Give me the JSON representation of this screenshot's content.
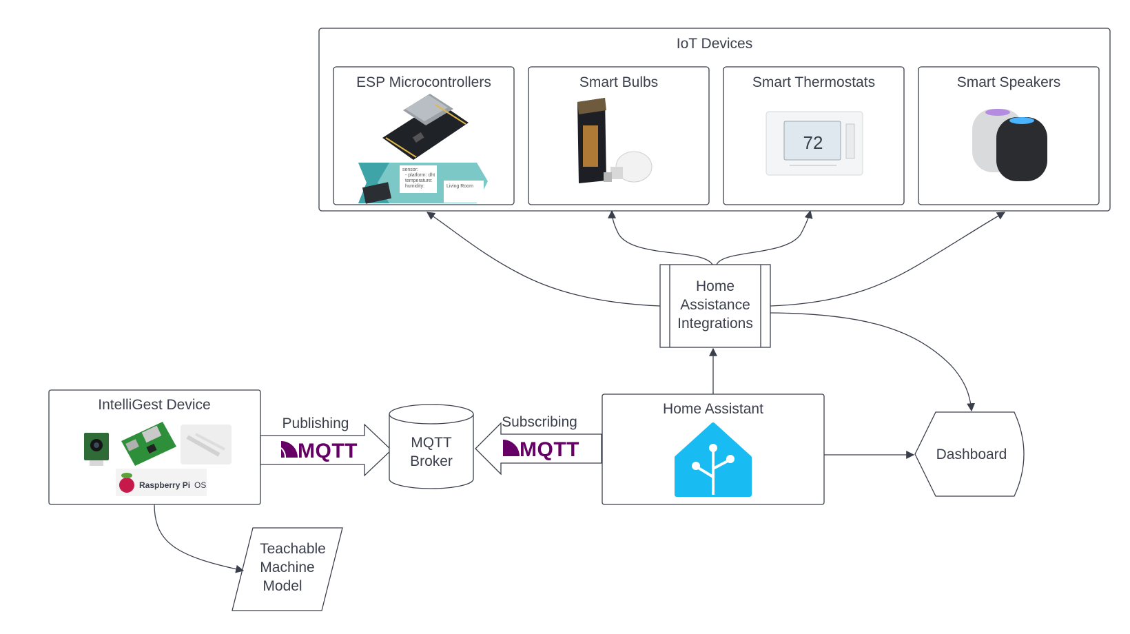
{
  "iot_devices": {
    "title": "IoT Devices",
    "cards": [
      {
        "title": "ESP Microcontrollers",
        "icon": "esp32-board-icon"
      },
      {
        "title": "Smart Bulbs",
        "icon": "smart-bulb-icon"
      },
      {
        "title": "Smart Thermostats",
        "icon": "thermostat-icon"
      },
      {
        "title": "Smart Speakers",
        "icon": "smart-speaker-icon"
      }
    ],
    "thermostat_reading": "72"
  },
  "integrations": {
    "lines": [
      "Home",
      "Assistance",
      "Integrations"
    ]
  },
  "intelligest": {
    "title": "IntelliGest Device",
    "os_label": "Raspberry Pi",
    "os_suffix": "OS"
  },
  "publishing": {
    "label": "Publishing",
    "protocol": "MQTT"
  },
  "broker": {
    "lines": [
      "MQTT",
      "Broker"
    ]
  },
  "subscribing": {
    "label": "Subscribing",
    "protocol": "MQTT"
  },
  "home_assistant": {
    "title": "Home Assistant",
    "icon": "home-assistant-logo-icon"
  },
  "dashboard": {
    "label": "Dashboard"
  },
  "teachable": {
    "lines": [
      "Teachable",
      "Machine",
      "Model"
    ]
  },
  "colors": {
    "mqtt": "#660066",
    "home_assistant_blue": "#18bcf2",
    "stroke": "#3a3f4b",
    "raspberry_red": "#c51a4a"
  }
}
